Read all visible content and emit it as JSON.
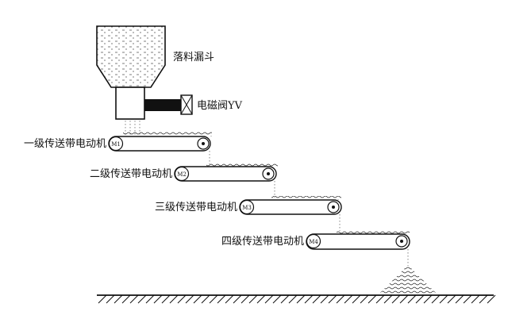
{
  "labels": {
    "hopper": "落料漏斗",
    "valve": "电磁阀YV",
    "conveyors": [
      {
        "name": "一级传送带电动机",
        "motor": "M1"
      },
      {
        "name": "二级传送带电动机",
        "motor": "M2"
      },
      {
        "name": "三级传送带电动机",
        "motor": "M3"
      },
      {
        "name": "四级传送带电动机",
        "motor": "M4"
      }
    ]
  },
  "colors": {
    "line": "#111111",
    "valve_body": "#111111",
    "background": "#ffffff"
  }
}
